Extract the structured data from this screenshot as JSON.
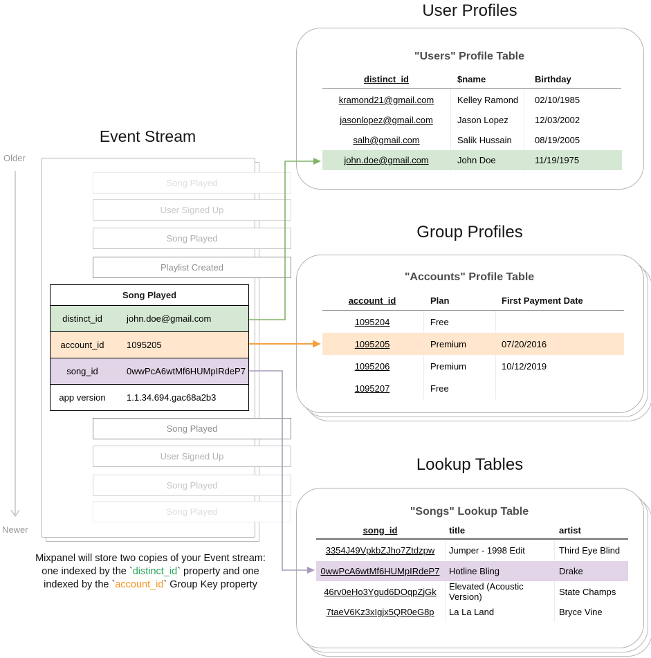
{
  "titles": {
    "event_stream": "Event Stream",
    "user_profiles": "User Profiles",
    "group_profiles": "Group Profiles",
    "lookup_tables": "Lookup Tables"
  },
  "axis": {
    "older": "Older",
    "newer": "Newer"
  },
  "event_stream": {
    "events_before": [
      "Song Played",
      "User Signed Up",
      "Song Played",
      "Playlist Created"
    ],
    "focused_event": {
      "name": "Song Played",
      "properties": [
        {
          "key": "distinct_id",
          "value": "john.doe@gmail.com",
          "highlight": "green"
        },
        {
          "key": "account_id",
          "value": "1095205",
          "highlight": "orange"
        },
        {
          "key": "song_id",
          "value": "0wwPcA6wtMf6HUMpIRdeP7",
          "highlight": "purple"
        },
        {
          "key": "app version",
          "value": "1.1.34.694.gac68a2b3",
          "highlight": "none"
        }
      ]
    },
    "events_after": [
      "Song Played",
      "User Signed Up",
      "Song Played",
      "Song Played"
    ]
  },
  "users_table": {
    "heading": "\"Users\" Profile Table",
    "columns": [
      "distinct_id",
      "$name",
      "Birthday"
    ],
    "rows": [
      [
        "kramond21@gmail.com",
        "Kelley Ramond",
        "02/10/1985"
      ],
      [
        "jasonlopez@gmail.com",
        "Jason Lopez",
        "12/03/2002"
      ],
      [
        "salh@gmail.com",
        "Salik Hussain",
        "08/19/2005"
      ],
      [
        "john.doe@gmail.com",
        "John Doe",
        "11/19/1975"
      ]
    ],
    "highlighted_row_index": 3
  },
  "accounts_table": {
    "heading": "\"Accounts\" Profile Table",
    "columns": [
      "account_id",
      "Plan",
      "First Payment Date"
    ],
    "rows": [
      [
        "1095204",
        "Free",
        ""
      ],
      [
        "1095205",
        "Premium",
        "07/20/2016"
      ],
      [
        "1095206",
        "Premium",
        "10/12/2019"
      ],
      [
        "1095207",
        "Free",
        ""
      ]
    ],
    "highlighted_row_index": 1
  },
  "songs_table": {
    "heading": "\"Songs\" Lookup Table",
    "columns": [
      "song_id",
      "title",
      "artist"
    ],
    "rows": [
      [
        "3354J49VpkbZJho7Ztdzpw",
        "Jumper - 1998 Edit",
        "Third Eye Blind"
      ],
      [
        "0wwPcA6wtMf6HUMpIRdeP7",
        "Hotline Bling",
        "Drake"
      ],
      [
        "46rv0eHo3Ygud6DOqpZjGk",
        "Elevated (Acoustic Version)",
        "State Champs"
      ],
      [
        "7taeV6Kz3xIgjx5QR0eG8p",
        "La La Land",
        "Bryce Vine"
      ]
    ],
    "highlighted_row_index": 1
  },
  "caption": {
    "line1": "Mixpanel will store two copies of your Event stream:",
    "line2_prefix": "one indexed by the `",
    "line2_key": "distinct_id",
    "line2_suffix": "` property and one",
    "line3_prefix": "indexed by the `",
    "line3_key": "account_id",
    "line3_suffix": "` Group Key property"
  },
  "colors": {
    "green_fill": "#d5e8d4",
    "green_arrow": "#82b366",
    "orange_fill": "#ffe6cc",
    "orange_arrow": "#f5a142",
    "purple_fill": "#e1d5e7",
    "purple_arrow": "#a79bb8",
    "caption_green": "#27a65a",
    "caption_orange": "#f7941e",
    "card_border": "#b3b3b3"
  }
}
